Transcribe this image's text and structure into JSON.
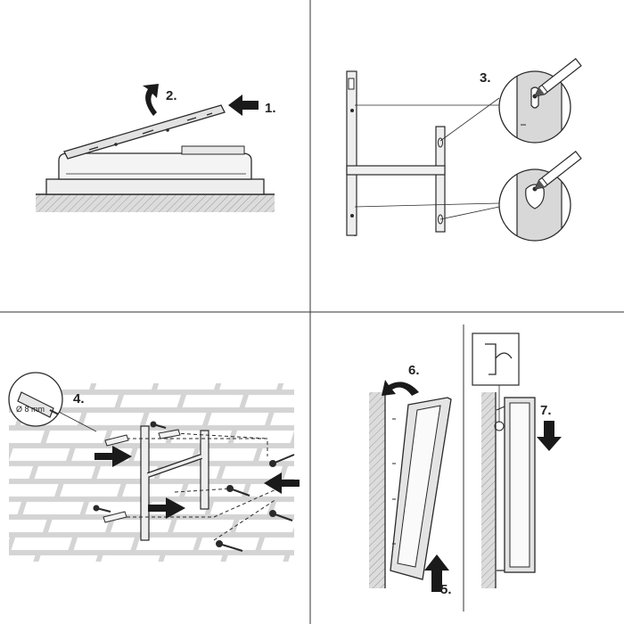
{
  "steps": {
    "s1": "1.",
    "s2": "2.",
    "s3": "3.",
    "s4": "4.",
    "s5": "5.",
    "s6": "6.",
    "s7": "7."
  },
  "drill": {
    "diameter_label": "Ø 8 mm"
  },
  "colors": {
    "line": "#2a2a2a",
    "panel_fill": "#e6e6e6",
    "ground_fill": "#d8d8d8",
    "brick_bg": "#d9d9d9",
    "brick": "#ffffff",
    "arrow": "#1a1a1a"
  },
  "icons": [
    "arrow-icon",
    "curved-arrow-icon",
    "pencil-icon",
    "drill-icon",
    "screw-icon",
    "dowel-icon"
  ]
}
